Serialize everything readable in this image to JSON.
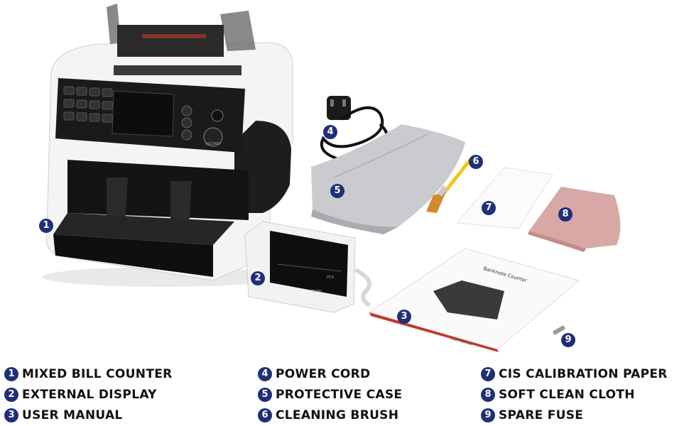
{
  "colors": {
    "badge": "#1f2f78",
    "label_text": "#111111"
  },
  "photo": {
    "counter_panel_buttons": [
      "RESTART"
    ],
    "manual_cover_title": "Banknote Counter",
    "manual_cover_footer": "User Manual",
    "display_labels": [
      "PCS",
      "TOTAL"
    ]
  },
  "callouts": [
    "1",
    "2",
    "3",
    "4",
    "5",
    "6",
    "7",
    "8",
    "9"
  ],
  "legend": {
    "col1": [
      {
        "num": "1",
        "label": "MIXED BILL COUNTER"
      },
      {
        "num": "2",
        "label": "EXTERNAL DISPLAY"
      },
      {
        "num": "3",
        "label": "USER MANUAL"
      }
    ],
    "col2": [
      {
        "num": "4",
        "label": "POWER CORD"
      },
      {
        "num": "5",
        "label": "PROTECTIVE CASE"
      },
      {
        "num": "6",
        "label": "CLEANING BRUSH"
      }
    ],
    "col3": [
      {
        "num": "7",
        "label": "CIS CALIBRATION PAPER"
      },
      {
        "num": "8",
        "label": "SOFT CLEAN CLOTH"
      },
      {
        "num": "9",
        "label": "SPARE FUSE"
      }
    ]
  }
}
